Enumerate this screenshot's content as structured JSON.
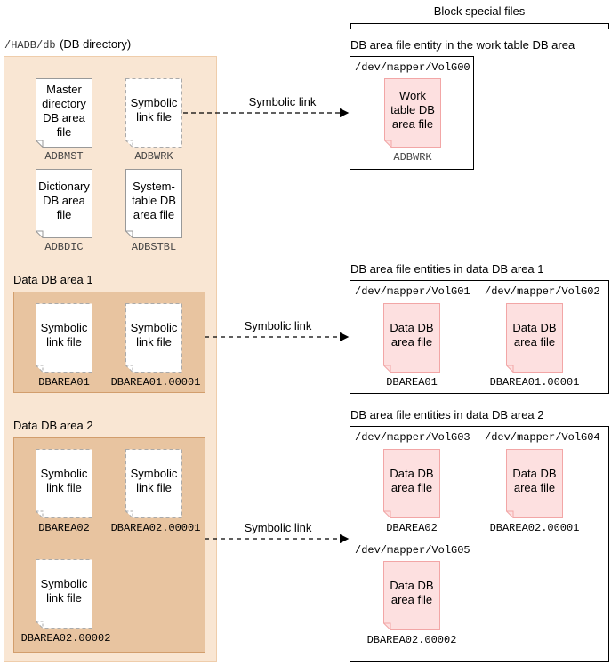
{
  "header": {
    "block_special": "Block special files",
    "db_dir_path": "/HADB/db",
    "db_dir_label": "(DB directory)"
  },
  "directory": {
    "master": {
      "label_lines": [
        "Master",
        "directory",
        "DB area",
        "file"
      ],
      "name": "ADBMST"
    },
    "work_link": {
      "label_lines": [
        "Symbolic",
        "link file"
      ],
      "name": "ADBWRK"
    },
    "dictionary": {
      "label_lines": [
        "Dictionary",
        "DB area",
        "file"
      ],
      "name": "ADBDIC"
    },
    "system": {
      "label_lines": [
        "System-",
        "table DB",
        "area file"
      ],
      "name": "ADBSTBL"
    },
    "area1": {
      "title": "Data DB area 1",
      "files": [
        {
          "label_lines": [
            "Symbolic",
            "link file"
          ],
          "name": "DBAREA01"
        },
        {
          "label_lines": [
            "Symbolic",
            "link file"
          ],
          "name": "DBAREA01.00001"
        }
      ]
    },
    "area2": {
      "title": "Data DB area 2",
      "files": [
        {
          "label_lines": [
            "Symbolic",
            "link file"
          ],
          "name": "DBAREA02"
        },
        {
          "label_lines": [
            "Symbolic",
            "link file"
          ],
          "name": "DBAREA02.00001"
        },
        {
          "label_lines": [
            "Symbolic",
            "link file"
          ],
          "name": "DBAREA02.00002"
        }
      ]
    }
  },
  "links": {
    "work": "Symbolic link",
    "area1": "Symbolic link",
    "area2": "Symbolic link"
  },
  "entities": {
    "work": {
      "title": "DB area file entity in the work table DB area",
      "devices": [
        {
          "path": "/dev/mapper/VolG00",
          "label_lines": [
            "Work",
            "table DB",
            "area file"
          ],
          "name": "ADBWRK"
        }
      ]
    },
    "area1": {
      "title": "DB area file entities in data DB area 1",
      "devices": [
        {
          "path": "/dev/mapper/VolG01",
          "label_lines": [
            "Data DB",
            "area file"
          ],
          "name": "DBAREA01"
        },
        {
          "path": "/dev/mapper/VolG02",
          "label_lines": [
            "Data DB",
            "area file"
          ],
          "name": "DBAREA01.00001"
        }
      ]
    },
    "area2": {
      "title": "DB area file entities in data DB area 2",
      "devices": [
        {
          "path": "/dev/mapper/VolG03",
          "label_lines": [
            "Data DB",
            "area file"
          ],
          "name": "DBAREA02"
        },
        {
          "path": "/dev/mapper/VolG04",
          "label_lines": [
            "Data DB",
            "area file"
          ],
          "name": "DBAREA02.00001"
        },
        {
          "path": "/dev/mapper/VolG05",
          "label_lines": [
            "Data DB",
            "area file"
          ],
          "name": "DBAREA02.00002"
        }
      ]
    }
  },
  "colors": {
    "directory_bg": "#f9e6d3",
    "area_bg": "#e8c4a0",
    "entity_file_fill": "#fde0e0",
    "entity_file_stroke": "#f2a6a6",
    "link_file_stroke": "#aaaaaa"
  }
}
